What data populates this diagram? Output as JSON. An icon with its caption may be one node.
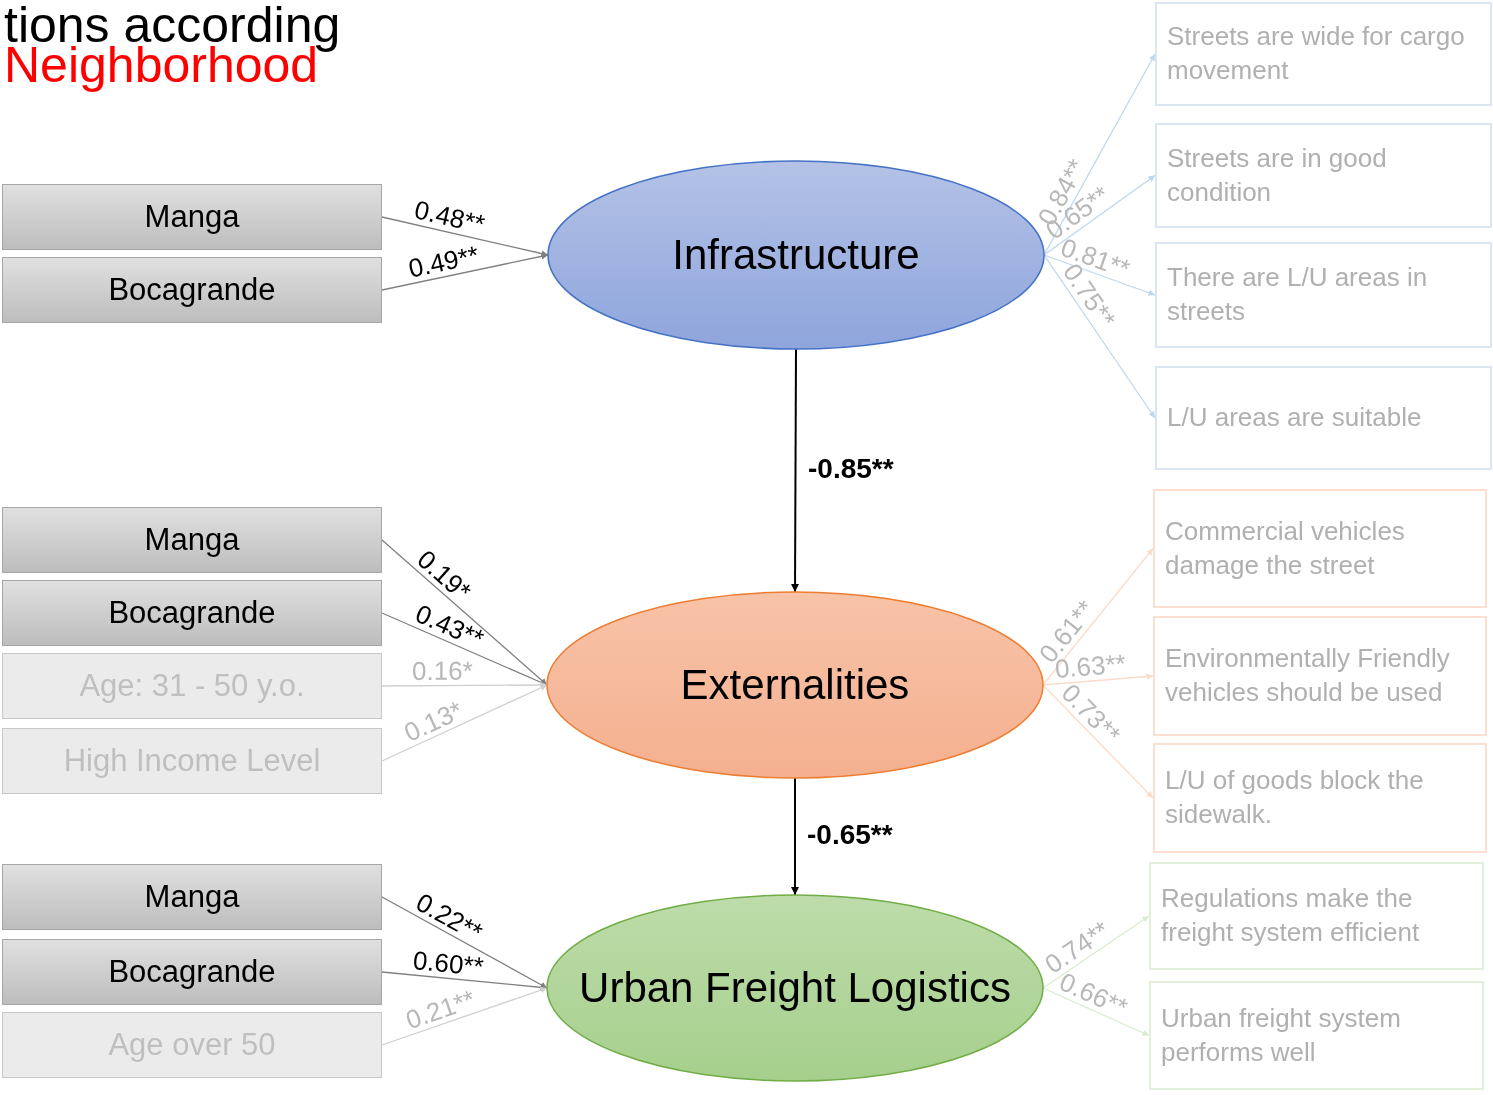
{
  "diagram": {
    "nodes": [
      {
        "text": [
          "Manga"
        ]
      },
      {
        "text": [
          "Bocagrande"
        ]
      },
      {
        "text": [
          "Infrastructure"
        ]
      },
      {
        "text": [
          "Streets are wide for cargo movement"
        ]
      },
      {
        "text": [
          "Streets are in good condition"
        ]
      },
      {
        "text": [
          "There are L/U areas in streets"
        ]
      },
      {
        "text": [
          "L/U areas are suitable"
        ]
      },
      {
        "text": [
          "Manga"
        ]
      },
      {
        "text": [
          "Bocagrande"
        ]
      },
      {
        "text": [
          "Age: 31 - 50 y.o."
        ]
      },
      {
        "text": [
          "High Income Level"
        ]
      },
      {
        "text": [
          "Externalities"
        ]
      },
      {
        "text": [
          "Commercial vehicles damage the street"
        ]
      },
      {
        "text": [
          "Environmentally Friendly vehicles should be used"
        ]
      },
      {
        "text": [
          "L/U of goods block the sidewalk."
        ]
      },
      {
        "text": [
          "Manga"
        ]
      },
      {
        "text": [
          "Bocagrande"
        ]
      },
      {
        "text": [
          "Age over 50"
        ]
      },
      {
        "text": [
          "Urban Freight Logistics"
        ]
      },
      {
        "text": [
          "Regulations make the freight system efficient"
        ]
      },
      {
        "text": [
          "Urban freight system performs well"
        ]
      }
    ],
    "edges": [
      {
        "from": 0,
        "to": 2,
        "arrow": "to",
        "label": "0.48**"
      },
      {
        "from": 1,
        "to": 2,
        "arrow": "to",
        "label": "0.49**"
      },
      {
        "from": 2,
        "to": 3,
        "arrow": "to",
        "label": "0.84**",
        "color": "#bdd7ee"
      },
      {
        "from": 2,
        "to": 4,
        "arrow": "to",
        "label": "0.65**",
        "color": "#bdd7ee"
      },
      {
        "from": 2,
        "to": 5,
        "arrow": "to",
        "label": "0.81**",
        "color": "#bdd7ee"
      },
      {
        "from": 2,
        "to": 6,
        "arrow": "to",
        "label": "0.75**",
        "color": "#bdd7ee"
      },
      {
        "from": 2,
        "to": 11,
        "arrow": "to",
        "label": "-0.85**",
        "color": "#000000"
      },
      {
        "from": 7,
        "to": 11,
        "arrow": "to",
        "label": "0.19*"
      },
      {
        "from": 8,
        "to": 11,
        "arrow": "to",
        "label": "0.43**"
      },
      {
        "from": 9,
        "to": 11,
        "arrow": "to",
        "label": "0.16*",
        "color": "#d0d0d0"
      },
      {
        "from": 10,
        "to": 11,
        "arrow": "to",
        "label": "0.13*",
        "color": "#d0d0d0"
      },
      {
        "from": 11,
        "to": 12,
        "arrow": "to",
        "label": "0.61**",
        "color": "#fbdccb"
      },
      {
        "from": 11,
        "to": 13,
        "arrow": "to",
        "label": "0.63**",
        "color": "#fbdccb"
      },
      {
        "from": 11,
        "to": 14,
        "arrow": "to",
        "label": "0.73**",
        "color": "#fbdccb"
      },
      {
        "from": 11,
        "to": 18,
        "arrow": "to",
        "label": "-0.65**",
        "color": "#000000"
      },
      {
        "from": 15,
        "to": 18,
        "arrow": "to",
        "label": "0.22**"
      },
      {
        "from": 16,
        "to": 18,
        "arrow": "to",
        "label": "0.60**"
      },
      {
        "from": 17,
        "to": 18,
        "arrow": "to",
        "label": "0.21**",
        "color": "#d0d0d0"
      },
      {
        "from": 18,
        "to": 19,
        "arrow": "to",
        "label": "0.74**",
        "color": "#d9ecd0"
      },
      {
        "from": 18,
        "to": 20,
        "arrow": "to",
        "label": "0.66**",
        "color": "#d9ecd0"
      }
    ],
    "labels": [
      "tions according",
      "Neighborhood"
    ]
  }
}
